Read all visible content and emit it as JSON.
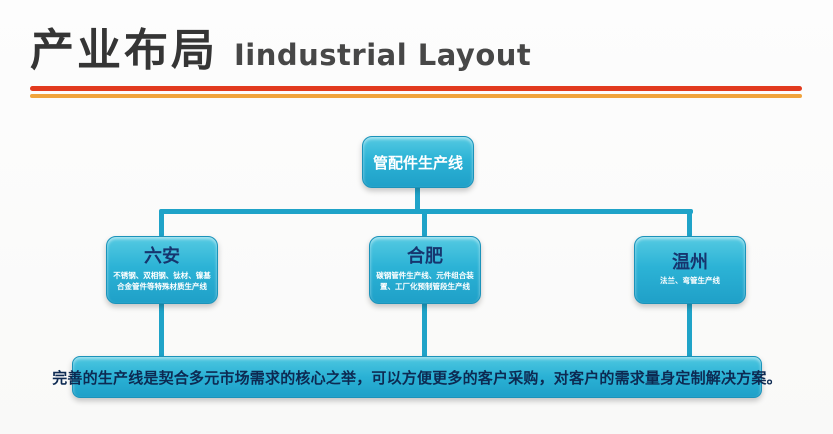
{
  "header": {
    "title_cn": "产业布局",
    "title_en": "Iindustrial Layout"
  },
  "divider": {
    "top_color": "#e23a1e",
    "bottom_color": "#f0a43c"
  },
  "colors": {
    "node_fill": "#2cb3d6",
    "connector": "#1fa3c8",
    "child_title_text": "#16356e",
    "root_label_text": "#ffffff",
    "summary_text": "#0d2a52"
  },
  "chart": {
    "root": {
      "label": "管配件生产线"
    },
    "children": [
      {
        "label": "六安",
        "desc": "不锈钢、双相钢、钛材、镍基合金管件等特殊材质生产线"
      },
      {
        "label": "合肥",
        "desc": "碳钢管件生产线、元件组合装置、工厂化预制管段生产线"
      },
      {
        "label": "温州",
        "desc": "法兰、弯管生产线"
      }
    ],
    "summary": "完善的生产线是契合多元市场需求的核心之举，可以方便更多的客户采购，对客户的需求量身定制解决方案。"
  }
}
